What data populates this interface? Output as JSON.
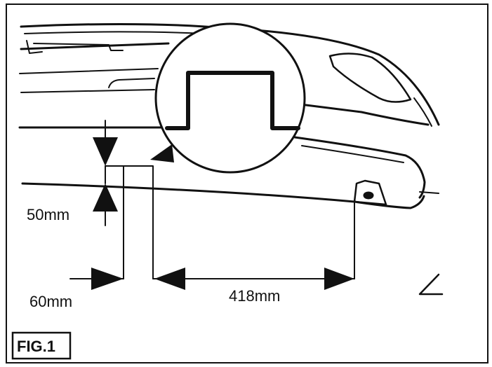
{
  "figure": {
    "label": "FIG.1"
  },
  "dimensions": {
    "height_label": "50mm",
    "width_label": "60mm",
    "distance_label": "418mm"
  }
}
